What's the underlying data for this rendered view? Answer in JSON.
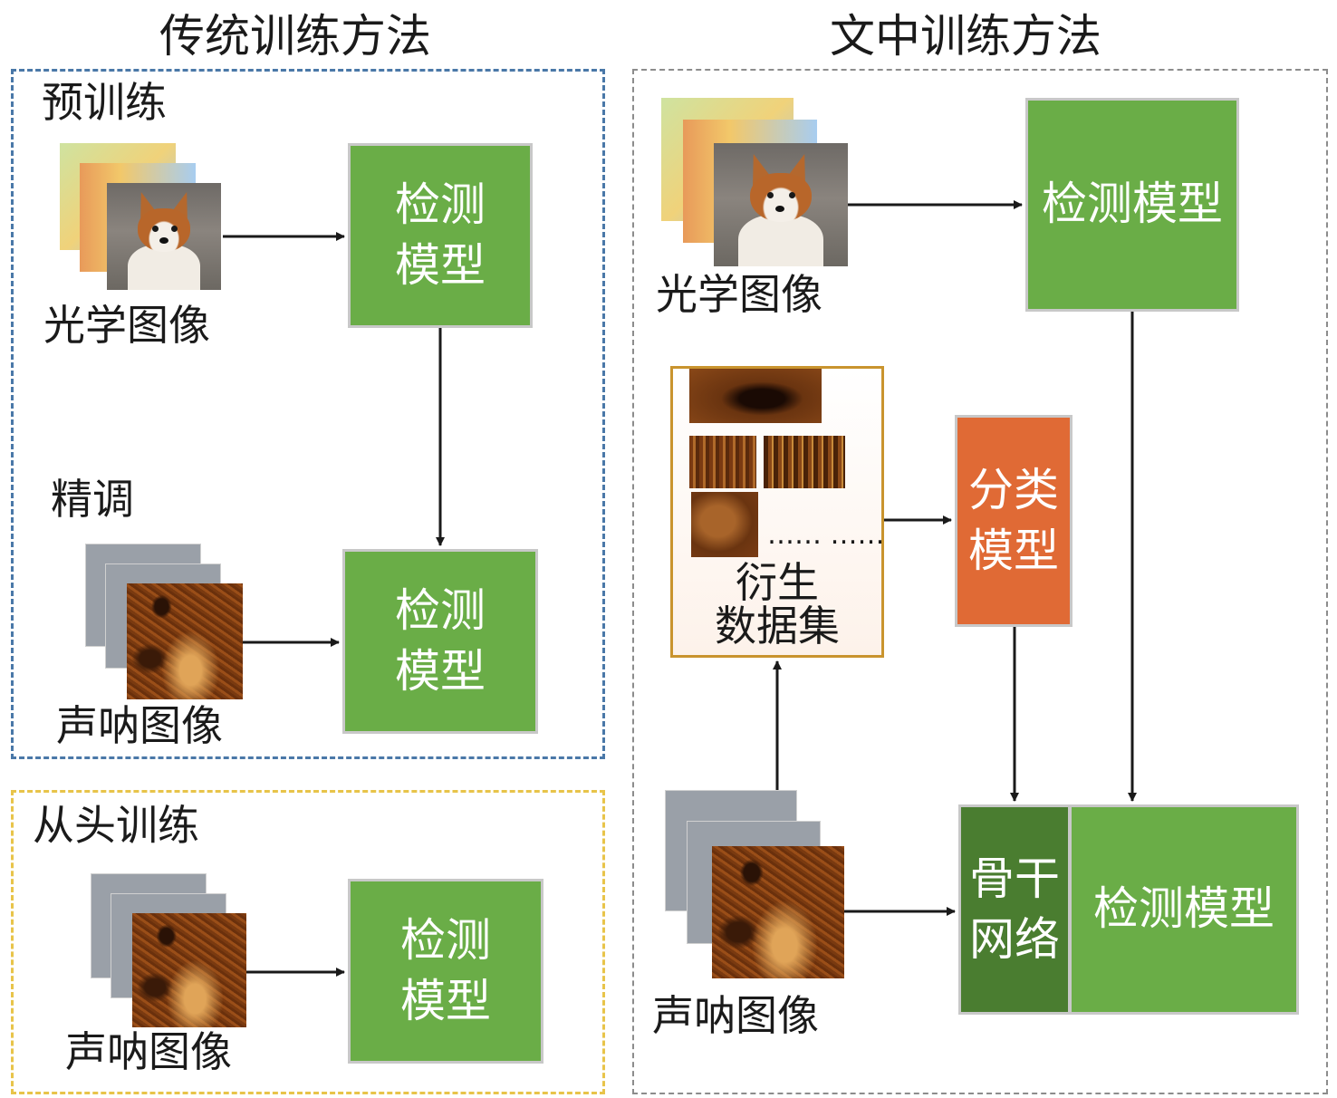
{
  "left_title": "传统训练方法",
  "right_title": "文中训练方法",
  "pretrain": {
    "section_label": "预训练",
    "optical_label": "光学图像",
    "model_label_line1": "检测",
    "model_label_line2": "模型"
  },
  "finetune": {
    "section_label": "精调",
    "sonar_label": "声呐图像",
    "model_label_line1": "检测",
    "model_label_line2": "模型"
  },
  "scratch": {
    "section_label": "从头训练",
    "sonar_label": "声呐图像",
    "model_label_line1": "检测",
    "model_label_line2": "模型"
  },
  "proposed": {
    "optical_label": "光学图像",
    "model_label": "检测模型",
    "derived_ellipsis": "…… ……",
    "derived_line1": "衍生",
    "derived_line2": "数据集",
    "classify_line1": "分类",
    "classify_line2": "模型",
    "sonar_label": "声呐图像",
    "backbone_line1": "骨干",
    "backbone_line2": "网络",
    "final_model_label": "检测模型"
  },
  "colors": {
    "model_green": "#6aad47",
    "backbone_dark_green": "#4a7d30",
    "classify_orange": "#e06a35",
    "pretrain_frame_blue": "#4a78a8",
    "scratch_frame_yellow": "#e8c44a",
    "proposed_frame_gray": "#8c8c8c",
    "derived_frame_gold": "#c9942e"
  },
  "icons": [
    "optical-image-stack-icon",
    "sonar-image-stack-icon",
    "derived-dataset-patches-icon",
    "arrow-icon"
  ]
}
